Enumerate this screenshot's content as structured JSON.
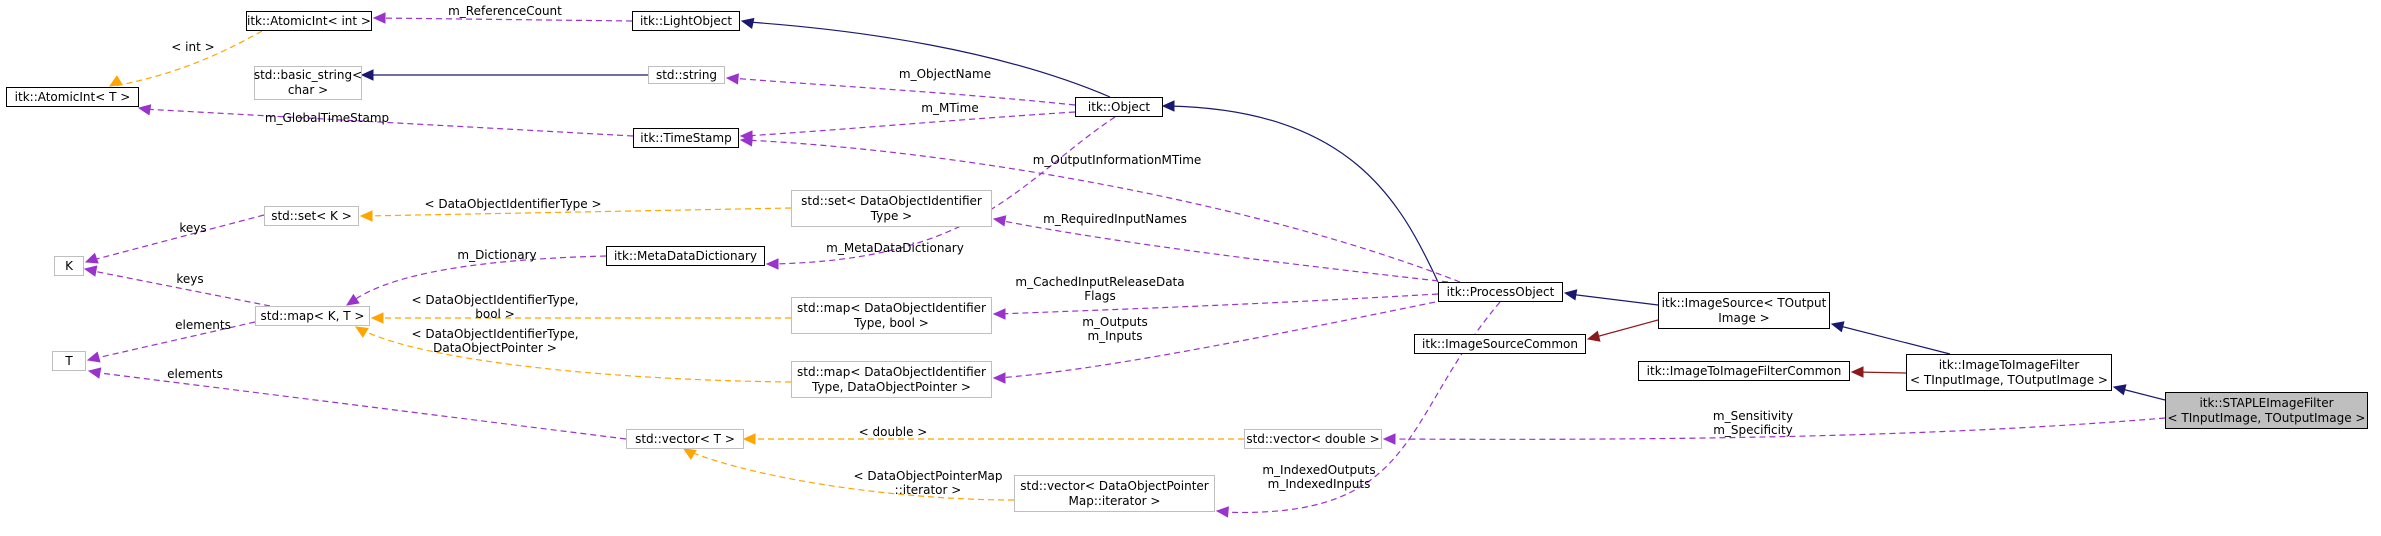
{
  "colors": {
    "inheritance": "#191970",
    "private_inheritance": "#8b1a1a",
    "usage": "#9a32cd",
    "template": "#ffa500",
    "node_border": "#bfbfbf",
    "documented_border": "#000000",
    "focus_fill": "#bfbfbf"
  },
  "nodes": {
    "atomicint_int": {
      "lines": [
        "itk::AtomicInt< int >"
      ]
    },
    "atomicint_t": {
      "lines": [
        "itk::AtomicInt< T >"
      ]
    },
    "lightobject": {
      "lines": [
        "itk::LightObject"
      ]
    },
    "basic_string": {
      "lines": [
        "std::basic_string<",
        "char >"
      ]
    },
    "string": {
      "lines": [
        "std::string"
      ]
    },
    "object": {
      "lines": [
        "itk::Object"
      ]
    },
    "timestamp": {
      "lines": [
        "itk::TimeStamp"
      ]
    },
    "set_k": {
      "lines": [
        "std::set< K >"
      ]
    },
    "set_doid": {
      "lines": [
        "std::set< DataObjectIdentifier",
        "Type >"
      ]
    },
    "k": {
      "lines": [
        "K"
      ]
    },
    "metadatadict": {
      "lines": [
        "itk::MetaDataDictionary"
      ]
    },
    "map_kt": {
      "lines": [
        "std::map< K, T >"
      ]
    },
    "map_bool": {
      "lines": [
        "std::map< DataObjectIdentifier",
        "Type, bool >"
      ]
    },
    "map_ptr": {
      "lines": [
        "std::map< DataObjectIdentifier",
        "Type, DataObjectPointer >"
      ]
    },
    "t": {
      "lines": [
        "T"
      ]
    },
    "processobject": {
      "lines": [
        "itk::ProcessObject"
      ]
    },
    "imagesource": {
      "lines": [
        "itk::ImageSource< TOutput",
        "Image >"
      ]
    },
    "imagesourcecommon": {
      "lines": [
        "itk::ImageSourceCommon"
      ]
    },
    "i2ifiltercommon": {
      "lines": [
        "itk::ImageToImageFilterCommon"
      ]
    },
    "i2ifilter": {
      "lines": [
        "itk::ImageToImageFilter",
        "< TInputImage, TOutputImage >"
      ]
    },
    "staple": {
      "lines": [
        "itk::STAPLEImageFilter",
        "< TInputImage, TOutputImage >"
      ]
    },
    "vector_t": {
      "lines": [
        "std::vector< T >"
      ]
    },
    "vector_double": {
      "lines": [
        "std::vector< double >"
      ]
    },
    "vector_iter": {
      "lines": [
        "std::vector< DataObjectPointer",
        "Map::iterator >"
      ]
    }
  },
  "labels": {
    "m_ReferenceCount": [
      "m_ReferenceCount"
    ],
    "int_tmpl": [
      "< int >"
    ],
    "m_ObjectName": [
      "m_ObjectName"
    ],
    "m_MTime": [
      "m_MTime"
    ],
    "m_GlobalTimeStamp": [
      "m_GlobalTimeStamp"
    ],
    "m_OutputInformationMTime": [
      "m_OutputInformationMTime"
    ],
    "doid_tmpl": [
      "< DataObjectIdentifierType >"
    ],
    "keys1": [
      "keys"
    ],
    "m_RequiredInputNames": [
      "m_RequiredInputNames"
    ],
    "m_MetaDataDictionary": [
      "m_MetaDataDictionary"
    ],
    "m_Dictionary": [
      "m_Dictionary"
    ],
    "keys2": [
      "keys"
    ],
    "m_CachedInputReleaseDataFlags": [
      "m_CachedInputReleaseData",
      "Flags"
    ],
    "doid_bool_tmpl": [
      "< DataObjectIdentifierType,",
      "bool >"
    ],
    "elements1": [
      "elements"
    ],
    "m_Outputs_Inputs": [
      "m_Outputs",
      "m_Inputs"
    ],
    "doid_ptr_tmpl": [
      "< DataObjectIdentifierType,",
      "DataObjectPointer >"
    ],
    "elements2": [
      "elements"
    ],
    "m_Sens_Spec": [
      "m_Sensitivity",
      "m_Specificity"
    ],
    "double_tmpl": [
      "< double >"
    ],
    "iter_tmpl": [
      "< DataObjectPointerMap",
      "::iterator >"
    ],
    "m_Indexed": [
      "m_IndexedOutputs",
      "m_IndexedInputs"
    ]
  }
}
